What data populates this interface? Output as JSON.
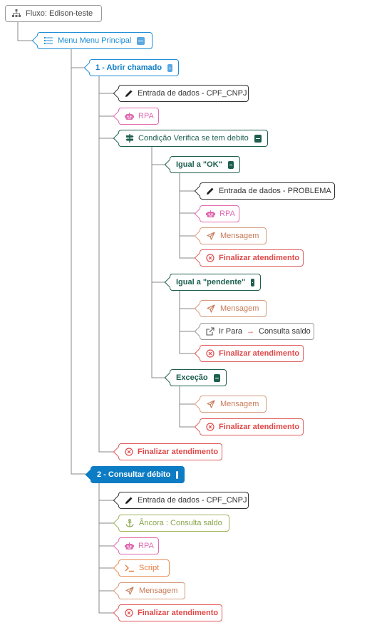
{
  "flow": {
    "label": "Fluxo: Edison-teste"
  },
  "menu": {
    "label": "Menu Menu Principal"
  },
  "n1": {
    "label": "1 - Abrir chamado"
  },
  "n1_entrada": {
    "label": "Entrada de dados - CPF_CNPJ"
  },
  "n1_rpa": {
    "label": "RPA"
  },
  "n1_cond": {
    "label": "Condição Verifica se tem debito"
  },
  "ok": {
    "label": "Igual a \"OK\""
  },
  "ok_entrada": {
    "label": "Entrada de dados - PROBLEMA"
  },
  "ok_rpa": {
    "label": "RPA"
  },
  "ok_msg": {
    "label": "Mensagem"
  },
  "ok_fin": {
    "label": "Finalizar atendimento"
  },
  "pend": {
    "label": "Igual a \"pendente\""
  },
  "pend_msg": {
    "label": "Mensagem"
  },
  "pend_ir": {
    "label": "Ir Para",
    "target": "Consulta saldo"
  },
  "pend_fin": {
    "label": "Finalizar atendimento"
  },
  "exc": {
    "label": "Exceção"
  },
  "exc_msg": {
    "label": "Mensagem"
  },
  "exc_fin": {
    "label": "Finalizar atendimento"
  },
  "n1_fin": {
    "label": "Finalizar atendimento"
  },
  "n2": {
    "label": "2 - Consultar débito"
  },
  "n2_entrada": {
    "label": "Entrada de dados - CPF_CNPJ"
  },
  "n2_ancora": {
    "label": "Âncora : Consulta saldo"
  },
  "n2_rpa": {
    "label": "RPA"
  },
  "n2_script": {
    "label": "Script"
  },
  "n2_msg": {
    "label": "Mensagem"
  },
  "n2_fin": {
    "label": "Finalizar atendimento"
  }
}
